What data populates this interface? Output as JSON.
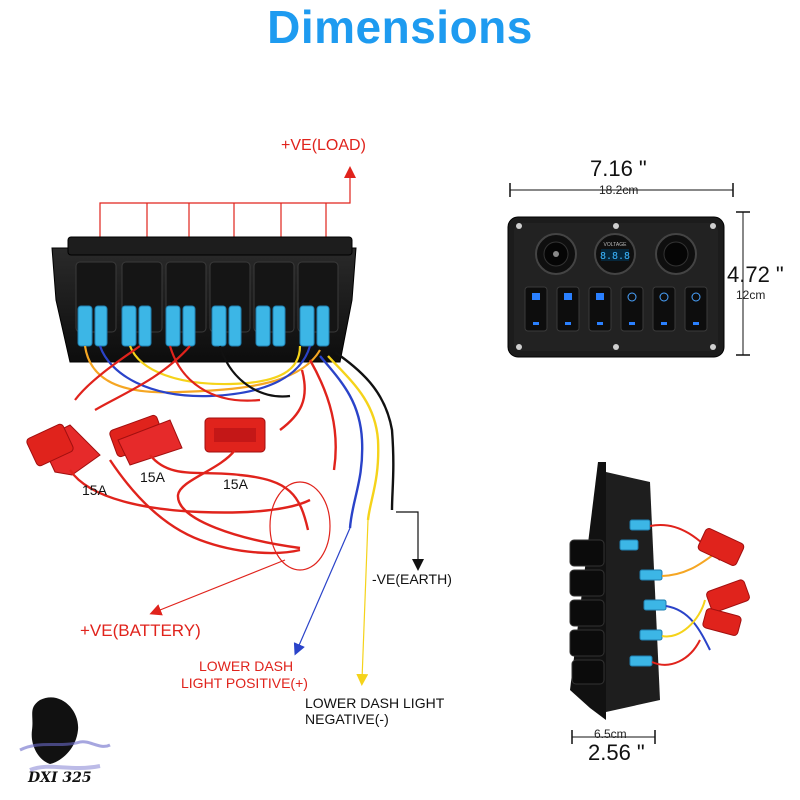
{
  "title": "Dimensions",
  "labels": {
    "load": "+VE(LOAD)",
    "battery": "+VE(BATTERY)",
    "earth": "-VE(EARTH)",
    "lower_dash_pos_line1": "LOWER DASH",
    "lower_dash_pos_line2": "LIGHT POSITIVE(+)",
    "lower_dash_neg_line1": "LOWER DASH LIGHT",
    "lower_dash_neg_line2": "NEGATIVE(-)",
    "fuses": [
      "15A",
      "15A",
      "15A"
    ]
  },
  "dimensions": {
    "width_in": "7.16 \"",
    "width_cm": "18.2cm",
    "height_in": "4.72 \"",
    "height_cm": "12cm",
    "depth_in": "2.56 \"",
    "depth_cm": "6.5cm"
  },
  "panel": {
    "voltmeter_label": "VOLTAGE",
    "voltmeter_reading": "8.8.8"
  },
  "watermark": "DXI 325",
  "colors": {
    "title": "#1e9bf0",
    "wire_red": "#e0231c",
    "wire_blue": "#2a43c9",
    "wire_yellow": "#f5d31a",
    "terminal_blue": "#3cb6e6"
  }
}
